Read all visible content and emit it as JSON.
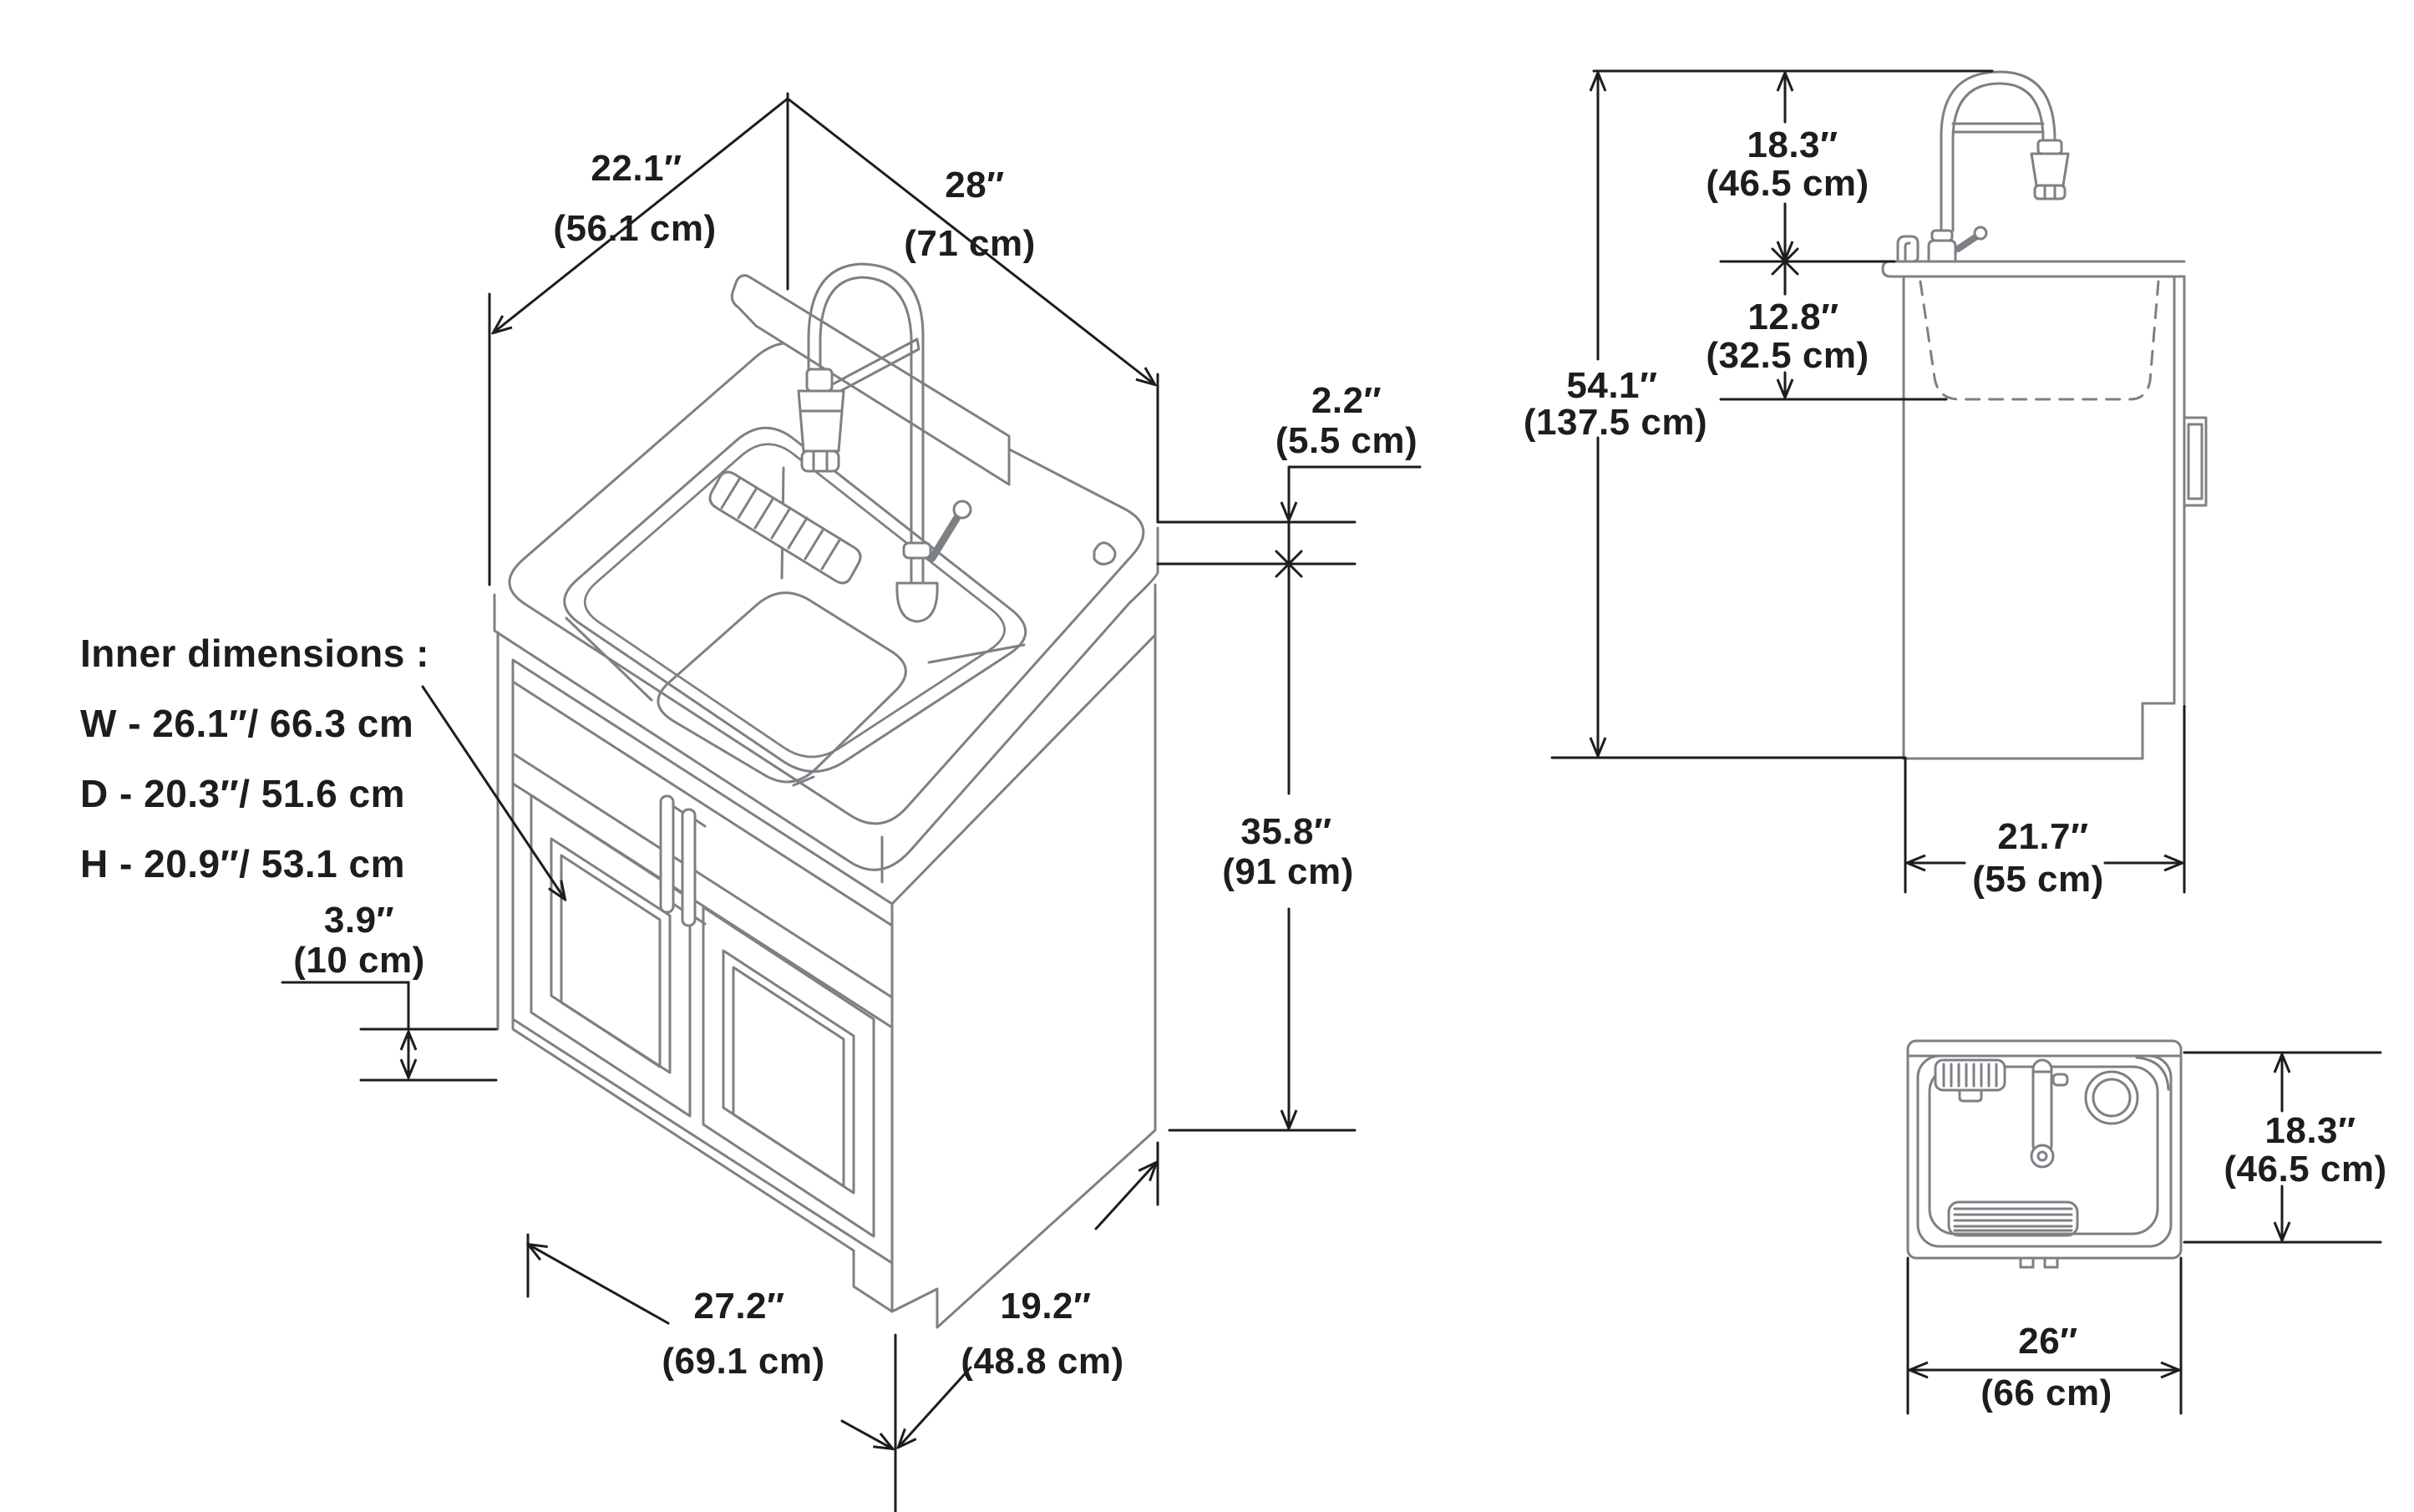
{
  "title": "Utility sink cabinet dimension drawing",
  "colors": {
    "background": "#ffffff",
    "drawing_line": "#7d8084",
    "dimension_line": "#1d1d1f"
  },
  "isometric_view": {
    "dimensions": {
      "top_depth": {
        "inches": "22.1″",
        "cm": "(56.1 cm)"
      },
      "top_width": {
        "inches": "28″",
        "cm": "(71 cm)"
      },
      "rim_lip": {
        "inches": "2.2″",
        "cm": "(5.5 cm)"
      },
      "counter_height": {
        "inches": "35.8″",
        "cm": "(91 cm)"
      },
      "toe_kick": {
        "inches": "3.9″",
        "cm": "(10 cm)"
      },
      "bottom_width": {
        "inches": "27.2″",
        "cm": "(69.1 cm)"
      },
      "bottom_depth": {
        "inches": "19.2″",
        "cm": "(48.8 cm)"
      }
    },
    "inner_dimensions": {
      "title": "Inner dimensions :",
      "rows": [
        {
          "label": "W",
          "value": " - 26.1″/ 66.3 cm"
        },
        {
          "label": "D",
          "value": " - 20.3″/ 51.6 cm"
        },
        {
          "label": "H",
          "value": " - 20.9″/ 53.1 cm"
        }
      ]
    }
  },
  "side_view": {
    "dimensions": {
      "faucet_height": {
        "inches": "18.3″",
        "cm": "(46.5 cm)"
      },
      "basin_depth": {
        "inches": "12.8″",
        "cm": "(32.5 cm)"
      },
      "total_height": {
        "inches": "54.1″",
        "cm": "(137.5 cm)"
      },
      "cabinet_depth": {
        "inches": "21.7″",
        "cm": "(55 cm)"
      }
    }
  },
  "top_view": {
    "dimensions": {
      "basin_depth": {
        "inches": "18.3″",
        "cm": "(46.5 cm)"
      },
      "basin_width": {
        "inches": "26″",
        "cm": "(66 cm)"
      }
    }
  }
}
